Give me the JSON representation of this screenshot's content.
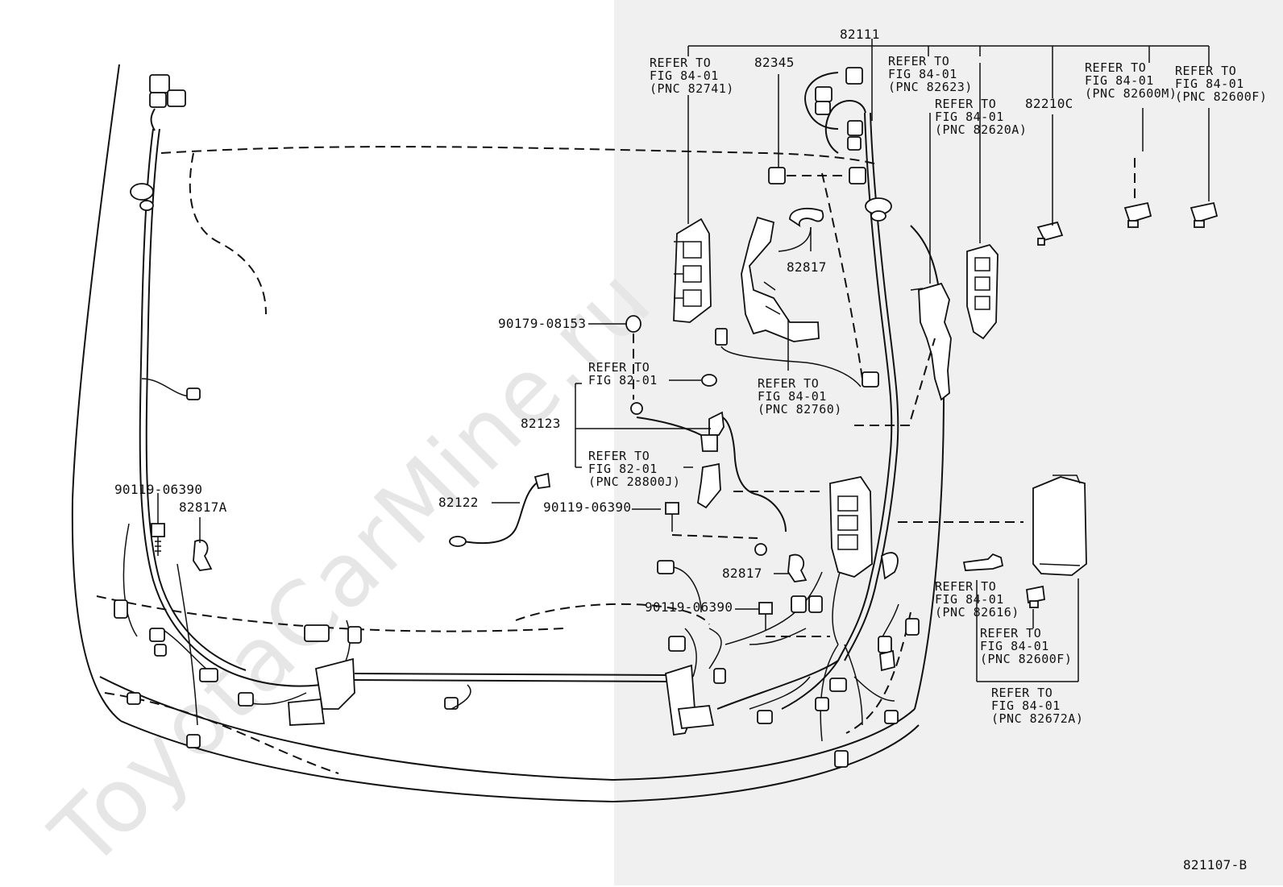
{
  "watermark": "ToyotaCarMine.ru",
  "figure_code": "821107-B",
  "labels": {
    "p82111": "82111",
    "p82345": "82345",
    "ref82741": "REFER TO\nFIG 84-01\n(PNC 82741)",
    "ref82623": "REFER TO\nFIG 84-01\n(PNC 82623)",
    "ref82620A": "REFER TO\nFIG 84-01\n(PNC 82620A)",
    "p82210C": "82210C",
    "ref82600M": "REFER TO\nFIG 84-01\n(PNC 82600M)",
    "ref82600F_top": "REFER TO\nFIG 84-01\n(PNC 82600F)",
    "p82817_a": "82817",
    "p90179": "90179-08153",
    "ref82760": "REFER TO\nFIG 84-01\n(PNC 82760)",
    "ref8201_a": "REFER TO\nFIG 82-01",
    "p82123": "82123",
    "ref28800J": "REFER TO\nFIG 82-01\n(PNC 28800J)",
    "p90119_a": "90119-06390",
    "p82817A": "82817A",
    "p82122": "82122",
    "p90119_b": "90119-06390",
    "p82817_b": "82817",
    "p90119_c": "90119-06390",
    "ref82616": "REFER TO\nFIG 84-01\n(PNC 82616)",
    "ref82600F_b": "REFER TO\nFIG 84-01\n(PNC 82600F)",
    "ref82672A": "REFER TO\nFIG 84-01\n(PNC 82672A)"
  }
}
